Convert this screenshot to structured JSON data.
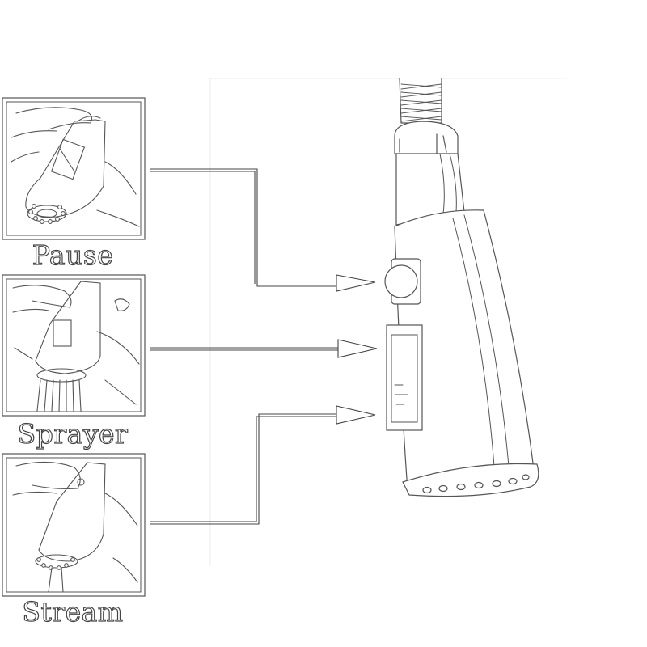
{
  "modes": [
    {
      "id": "pause",
      "label": "Pause",
      "icon": "pause-hand-press-icon"
    },
    {
      "id": "sprayer",
      "label": "Sprayer",
      "icon": "sprayer-flow-icon"
    },
    {
      "id": "stream",
      "label": "Stream",
      "icon": "stream-flow-icon"
    }
  ],
  "colors": {
    "line": "#444444",
    "background": "#ffffff"
  }
}
